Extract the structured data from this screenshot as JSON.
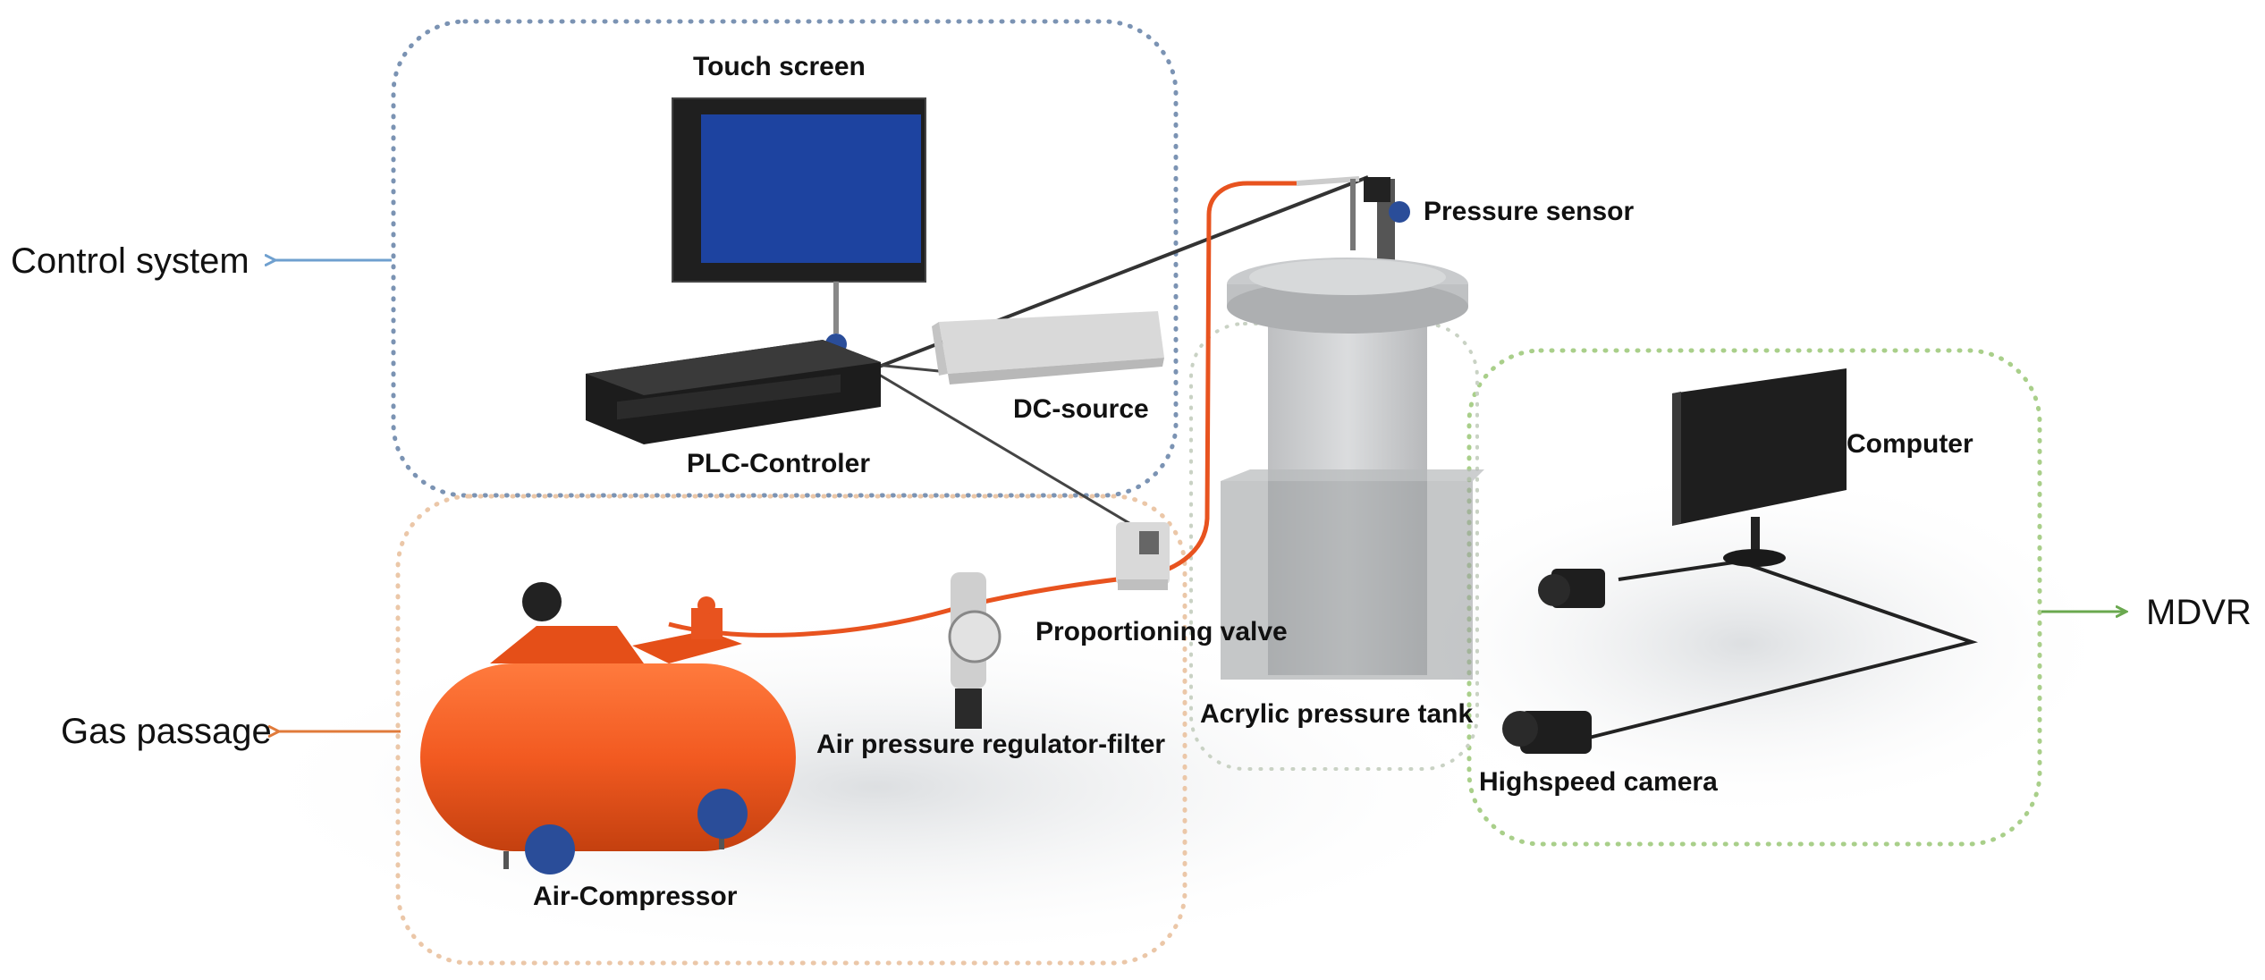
{
  "groups": {
    "control": {
      "label": "Control system",
      "color": "#7b93b3"
    },
    "gas": {
      "label": "Gas passage",
      "color": "#ebc7a8",
      "arrow_color": "#e07a3a"
    },
    "mdvr": {
      "label": "MDVR",
      "color": "#a9cf8a",
      "arrow_color": "#6aa84f"
    },
    "tank": {
      "color": "#c9d2c4"
    }
  },
  "components": {
    "touch_screen": "Touch screen",
    "pressure_sensor": "Pressure sensor",
    "dc_source": "DC-source",
    "plc_controller": "PLC-Controler",
    "computer": "Computer",
    "proportioning_valve": "Proportioning valve",
    "acrylic_tank": "Acrylic pressure tank",
    "air_regulator": "Air pressure regulator-filter",
    "air_compressor": "Air-Compressor",
    "highspeed_camera": "Highspeed camera"
  },
  "colors": {
    "compressor": "#f25a21",
    "wheel": "#2a4d99",
    "screen": "#1d43a0",
    "hose": "#e8531f",
    "device_dark": "#2a2a2a",
    "cable": "#333333"
  }
}
